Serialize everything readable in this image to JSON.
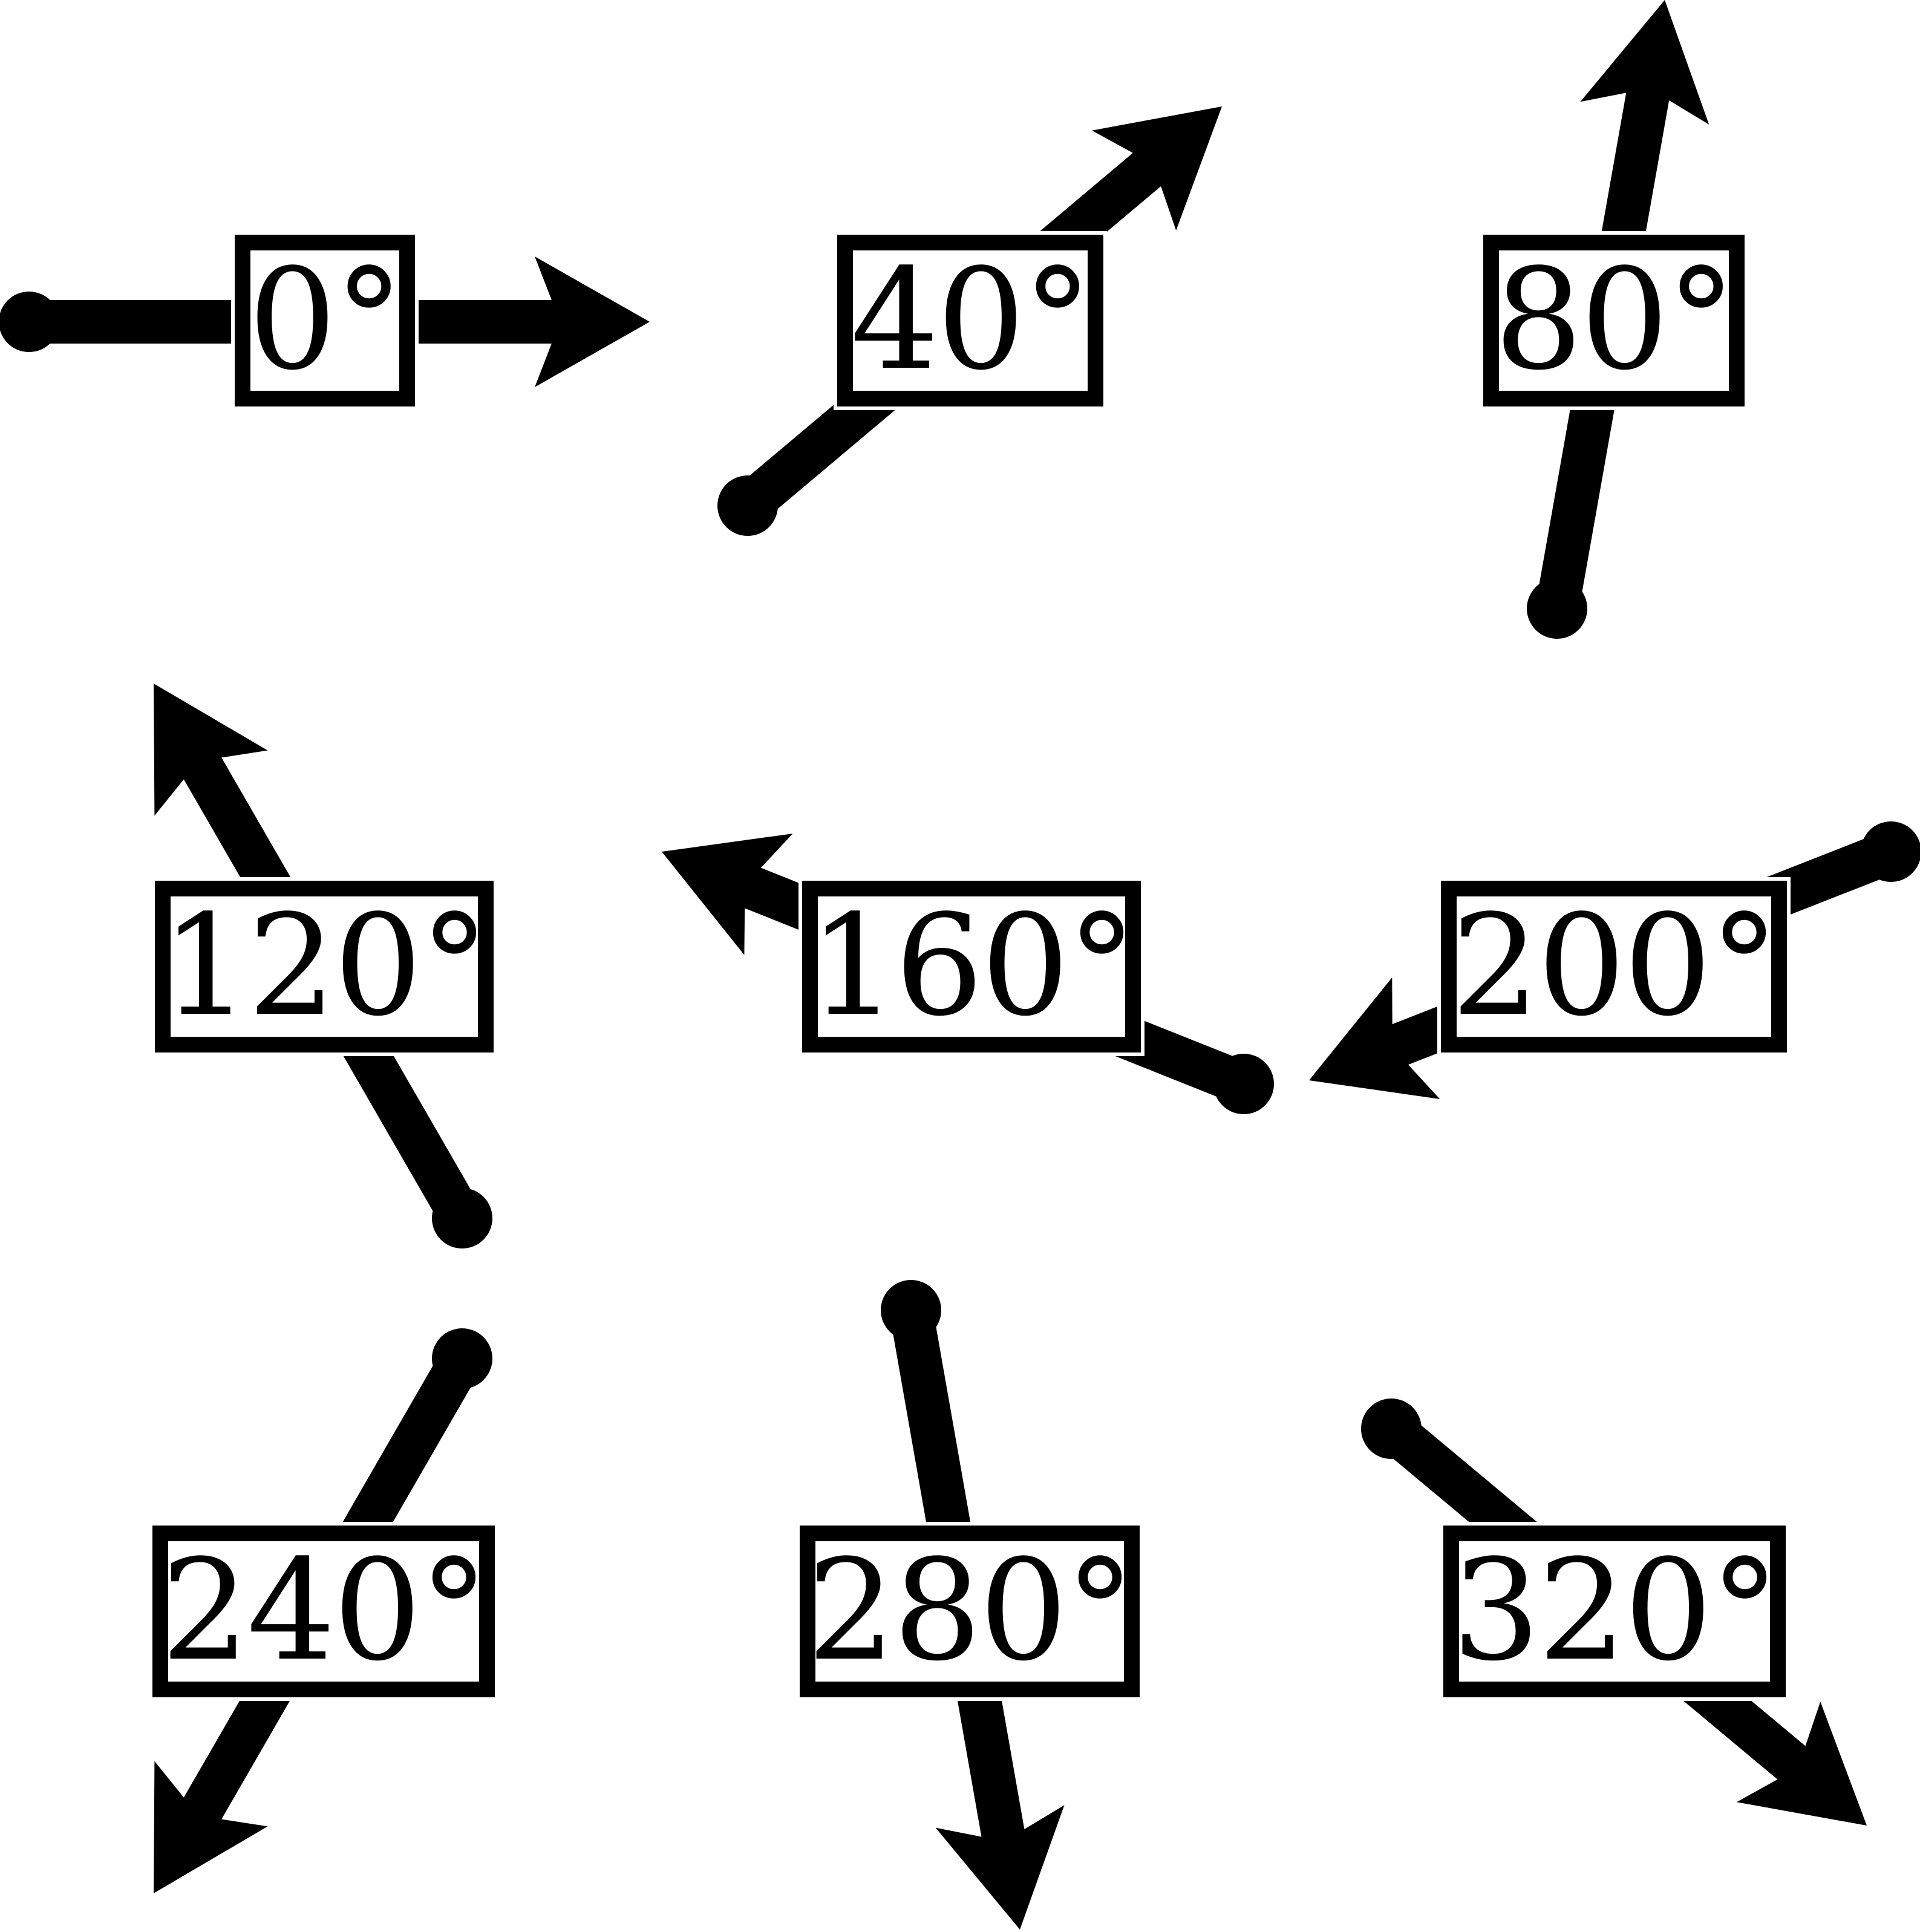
{
  "diagram": {
    "panels": [
      {
        "label": "0°"
      },
      {
        "label": "40°"
      },
      {
        "label": "80°"
      },
      {
        "label": "120°"
      },
      {
        "label": "160°"
      },
      {
        "label": "200°"
      },
      {
        "label": "240°"
      },
      {
        "label": "280°"
      },
      {
        "label": "320°"
      }
    ]
  }
}
